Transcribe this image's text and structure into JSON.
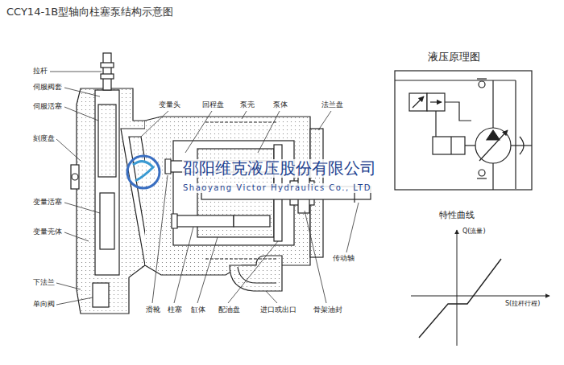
{
  "diagram": {
    "title": "CCY14-1B型轴向柱塞泵结构示意图",
    "labels": [
      "拉杆",
      "伺服阀套",
      "伺服活塞",
      "刻度盘",
      "变量活塞",
      "变量壳体",
      "下法兰",
      "单向阀",
      "变量头",
      "回程盘",
      "泵壳",
      "泵体",
      "法兰盘",
      "传动轴",
      "滑靴",
      "柱塞",
      "缸体",
      "配油盘",
      "进口或出口",
      "骨架油封",
      "液压原理图",
      "特性曲线",
      "Q(流量)",
      "S(拉杆行程)",
      "邵阳维克液压股份有限公司",
      "Shaoyang Victor Hydraulics Co., LTD"
    ]
  }
}
